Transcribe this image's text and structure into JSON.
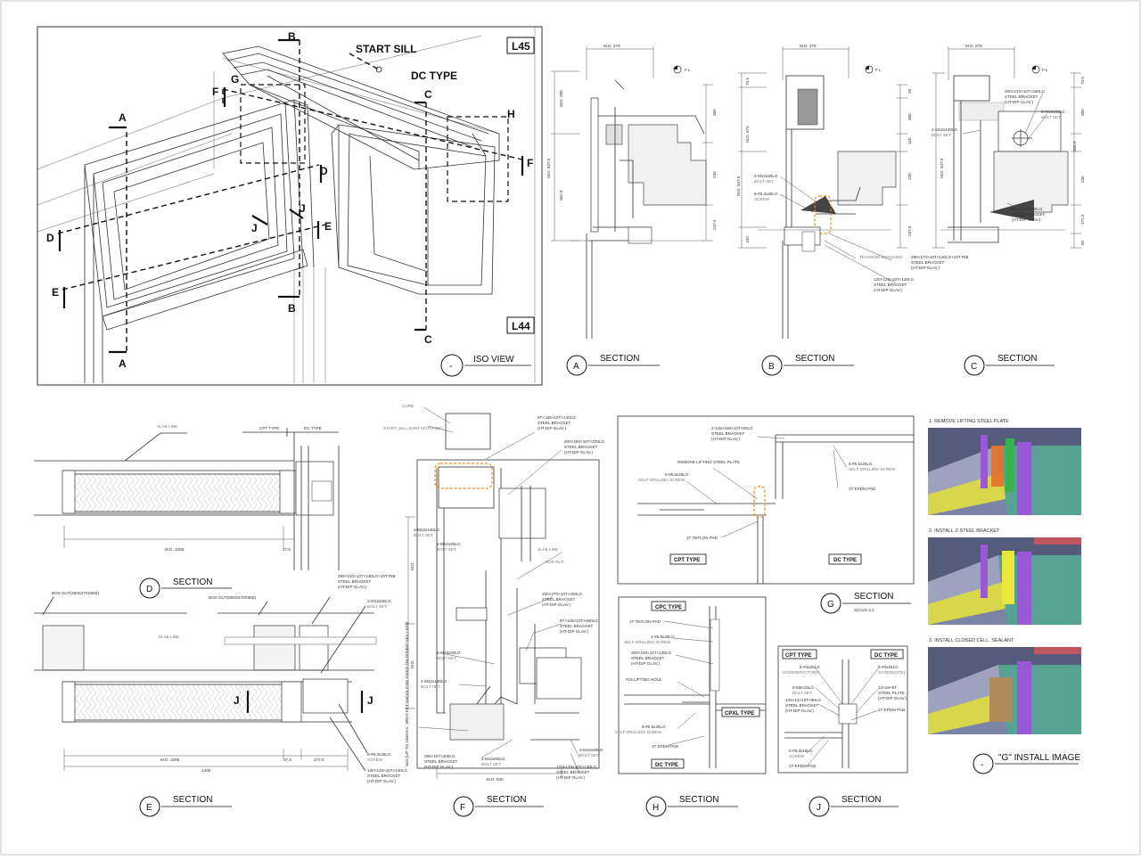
{
  "colors": {
    "frame": "#e3e3e3",
    "line": "#333333",
    "highlight": "#f08a1c",
    "render_purple": "#9a57d6",
    "render_yellow": "#d8d64a",
    "render_green": "#37b24d",
    "render_olive": "#8f8a3c",
    "render_steel": "#7c86a8"
  },
  "iso_view": {
    "level_top": "L45",
    "level_bottom": "L44",
    "start_sill": "START SILL",
    "dc_type": "DC TYPE",
    "cut_labels": [
      "A",
      "A",
      "B",
      "B",
      "C",
      "C",
      "D",
      "D",
      "E",
      "E",
      "F",
      "F",
      "G",
      "H",
      "J",
      "J"
    ],
    "caption_marker": "-",
    "caption": "ISO VIEW"
  },
  "section_a": {
    "md_top": "M.D. 278",
    "fl": "F.L.",
    "dims_left": [
      "M.D. 285",
      "M.D. 847.5",
      "562.5"
    ],
    "dims_right": [
      "380",
      "230",
      "237.5"
    ],
    "marker": "A",
    "caption": "SECTION"
  },
  "section_b": {
    "md_top": "M.D. 278",
    "fl": "F.L.",
    "dims_left": [
      "73.5",
      "M.D. 674",
      "M.D. 847.5",
      "100"
    ],
    "dims_right": [
      "28",
      "380",
      "115",
      "230",
      "237.5"
    ],
    "notes": [
      {
        "lines": [
          "2-M12x60LG"
        ],
        "sub": "BOLT SET"
      },
      {
        "lines": [
          "8-#6.3x25LG"
        ],
        "sub": "SCREW"
      },
      {
        "lines": [],
        "sub": "TRANSOM NOTCHING"
      },
      {
        "lines": [
          "295×170×10T×130LG×10T RIB",
          "STEEL BRACKET",
          "(HT-DIP GLAV.)"
        ],
        "sub": ""
      },
      {
        "lines": [
          "130×125×10T×130LG",
          "STEEL BRACKET",
          "(HT-DIP GLAV.)"
        ],
        "sub": ""
      }
    ],
    "marker": "B",
    "caption": "SECTION"
  },
  "section_c": {
    "md_top": "M.D. 278",
    "fl": "F.L.",
    "dims_left": [
      "M.D. 847.5"
    ],
    "dims_right": [
      "73.5",
      "380",
      "308.5",
      "230",
      "172.5",
      "85"
    ],
    "notes": [
      {
        "lines": [
          "200×210×10T×450LG",
          "STEEL BRACKET",
          "(HT-DIP GLAV.)"
        ],
        "sub": ""
      },
      {
        "lines": [
          "8-M16x60LG"
        ],
        "sub": "BOLT SET"
      },
      {
        "lines": [
          "2-M12x130LG"
        ],
        "sub": "BOLT SET"
      },
      {
        "lines": [
          "295×157×200LG",
          "STEEL BRACKET",
          "(HT-DIP GLAV.)"
        ],
        "sub": ""
      }
    ],
    "marker": "C",
    "caption": "SECTION"
  },
  "section_d": {
    "slab_line": "SLAB LINE",
    "cpt_type": "CPT TYPE",
    "dc_type": "DC TYPE",
    "dims": [
      "M.D. 1085",
      "37.5"
    ],
    "marker": "D",
    "caption": "SECTION"
  },
  "section_e": {
    "box_out_1": "BOX OUT(450X270X650)",
    "box_out_2": "BOX OUT(800X270X855)",
    "slab_line": "SLAB LINE",
    "notes": [
      {
        "lines": [
          "295×130×10T×130LG×10T RIB",
          "STEEL BRACKET",
          "(HT-DIP GLAV.)"
        ],
        "sub": ""
      },
      {
        "lines": [
          "2-M12x60LG"
        ],
        "sub": "BOLT SET"
      },
      {
        "lines": [
          "8-#6.3x25LG"
        ],
        "sub": "SCREW"
      },
      {
        "lines": [
          "130×125×10T×130LG",
          "STEEL BRACKET",
          "(HT-DIP GLAV.)"
        ],
        "sub": ""
      }
    ],
    "dims": [
      "M.D. 1085",
      "37.5",
      "277.5",
      "1400"
    ],
    "cut": "J",
    "marker": "E",
    "caption": "SECTION"
  },
  "section_f": {
    "curb": "CURB",
    "start_sill": "START_SILL JOINT NOTCHING",
    "slab_line": "SLAB LINE",
    "box_out": "BOX OUT",
    "side_note": "M.D.(UP TO 1560mm : BRACKET SHOULD BE FIXED ON DUMMY MULLION)",
    "notes": [
      {
        "lines": [
          "6T×156×10T×140LG",
          "STEEL BRACKET",
          "(HT-DIP GLAV.)"
        ],
        "sub": ""
      },
      {
        "lines": [
          "200×260×10T×200LG",
          "STEEL BRACKET",
          "(HT-DIP GLAV.)"
        ],
        "sub": ""
      },
      {
        "lines": [
          "2-M12x130LG"
        ],
        "sub": "BOLT SET"
      },
      {
        "lines": [
          "2-M12x60LG"
        ],
        "sub": "BOLT SET"
      },
      {
        "lines": [
          "200×270×10T×450LG",
          "STEEL BRACKET",
          "(HT-DIP GLAV.)"
        ],
        "sub": ""
      },
      {
        "lines": [
          "6T×125×10T×260LG",
          "STEEL BRACKET",
          "(HT-DIP GLAV.)"
        ],
        "sub": ""
      },
      {
        "lines": [
          "8-M16x60LG"
        ],
        "sub": "BOLT SET"
      },
      {
        "lines": [
          "2-M12x130LG"
        ],
        "sub": "BOLT SET"
      },
      {
        "lines": [
          "295×157×200LG",
          "STEEL BRACKET",
          "(HT-DIP GLAV.)"
        ],
        "sub": ""
      },
      {
        "lines": [
          "2-M12x60LG"
        ],
        "sub": "BOLT SET"
      },
      {
        "lines": [
          "2-M12x60LG"
        ],
        "sub": "BOLT SET"
      },
      {
        "lines": [
          "120×125×10T×130LG",
          "STEEL BRACKET",
          "(HT-DIP GLAV.)"
        ],
        "sub": ""
      }
    ],
    "dims": [
      "M.D.",
      "M.D.",
      "M.D. 630"
    ],
    "marker": "F",
    "caption": "SECTION"
  },
  "section_g": {
    "notes": [
      {
        "lines": [
          "2-145×156×10T×50LG",
          "STEEL BRACKET",
          "(HT-DIP GLAV.)"
        ],
        "sub": ""
      },
      {
        "lines": [
          "REMOVE LIFTING STEEL PLATE"
        ],
        "sub": ""
      },
      {
        "lines": [
          "6-#5.5x25LG"
        ],
        "sub": "SELF DRILLING SCREW"
      },
      {
        "lines": [
          "6-#5.5x25LG"
        ],
        "sub": "SELF DRILLING SCREW"
      },
      {
        "lines": [
          "1T EPDM PAD"
        ],
        "sub": ""
      },
      {
        "lines": [
          "1T TEFLON PAD"
        ],
        "sub": ""
      }
    ],
    "cpt_type": "CPT TYPE",
    "dc_type": "DC TYPE",
    "marker": "G",
    "caption": "SECTION",
    "scale": "SCALE 2:1"
  },
  "section_h": {
    "cpc_type": "CPC TYPE",
    "cpxl_type": "CPXL TYPE",
    "dc_type": "DC TYPE",
    "notes": [
      {
        "lines": [
          "1T TEFLON PAD"
        ],
        "sub": ""
      },
      {
        "lines": [
          "4-#5.5x25LG"
        ],
        "sub": "SELF DRILLING SCREW"
      },
      {
        "lines": [
          "200×245×10T×130LG",
          "STEEL BRACKET",
          "(HT-DIP GLAV.)"
        ],
        "sub": ""
      },
      {
        "lines": [
          "#15 LIFTING HOLE"
        ],
        "sub": ""
      },
      {
        "lines": [
          "6-#5.5x25LG"
        ],
        "sub": "SELF DRILLING SCREW"
      },
      {
        "lines": [
          "1T EPDM PAD"
        ],
        "sub": ""
      }
    ],
    "marker": "H",
    "caption": "SECTION"
  },
  "section_j": {
    "cpt_type": "CPT TYPE",
    "dc_type": "DC TYPE",
    "notes_left": [
      {
        "lines": [
          "5-#4x25LG"
        ],
        "sub": "SCREW(FACTORY)"
      },
      {
        "lines": [
          "9-M6x15LG"
        ],
        "sub": "BOLT SET"
      },
      {
        "lines": [
          "125×13×10T×90LG",
          "STEEL BRACKET",
          "(HT-DIP GLAV.)"
        ],
        "sub": ""
      },
      {
        "lines": [
          "5-#6.3x15LG"
        ],
        "sub": "SCREW"
      },
      {
        "lines": [
          "1T EPDM PAD"
        ],
        "sub": ""
      }
    ],
    "notes_right": [
      {
        "lines": [
          "5-#4x25LG"
        ],
        "sub": "SCREW(SITE)"
      },
      {
        "lines": [
          "13×16×5T",
          "STEEL PLATE",
          "(HT-DIP GLAV.)"
        ],
        "sub": ""
      },
      {
        "lines": [
          "1T EPDM PAD"
        ],
        "sub": ""
      }
    ],
    "marker": "J",
    "caption": "SECTION"
  },
  "install": {
    "steps": [
      "1. REMOVE LIFTING STEEL PLATE",
      "2. INSTALL Z-STEEL BRACKET",
      "3. INSTALL CLOSED CELL, SEALANT"
    ],
    "marker": "-",
    "caption": "\"G\" INSTALL IMAGE"
  }
}
